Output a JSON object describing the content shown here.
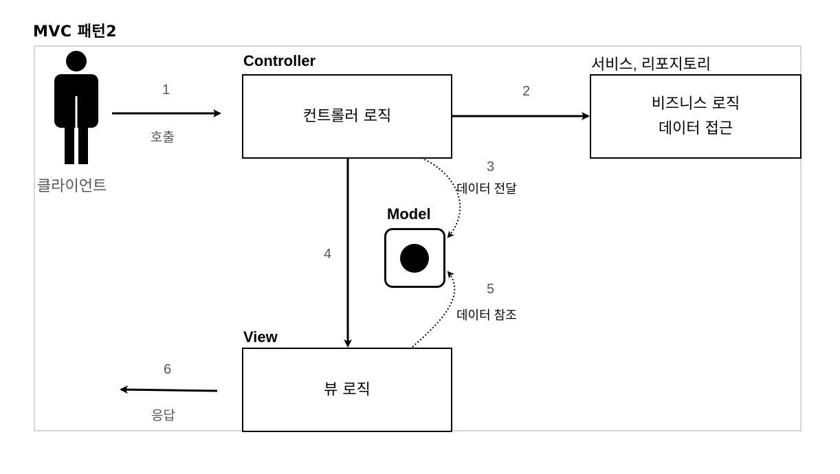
{
  "page": {
    "title": "MVC 패턴2"
  },
  "client": {
    "label": "클라이언트",
    "icon": "person-icon"
  },
  "controller": {
    "title": "Controller",
    "content": "컨트롤러 로직"
  },
  "service": {
    "title": "서비스, 리포지토리",
    "lines": [
      "비즈니스 로직",
      "데이터 접근"
    ]
  },
  "model": {
    "title": "Model"
  },
  "view": {
    "title": "View",
    "content": "뷰 로직"
  },
  "steps": [
    {
      "number": "1",
      "label": "호출"
    },
    {
      "number": "2",
      "label": ""
    },
    {
      "number": "3",
      "label": "데이터 전달"
    },
    {
      "number": "4",
      "label": ""
    },
    {
      "number": "5",
      "label": "데이터 참조"
    },
    {
      "number": "6",
      "label": "응답"
    }
  ],
  "colors": {
    "border": "#000000",
    "frame": "#d6d6d6",
    "step_number": "#555555"
  }
}
